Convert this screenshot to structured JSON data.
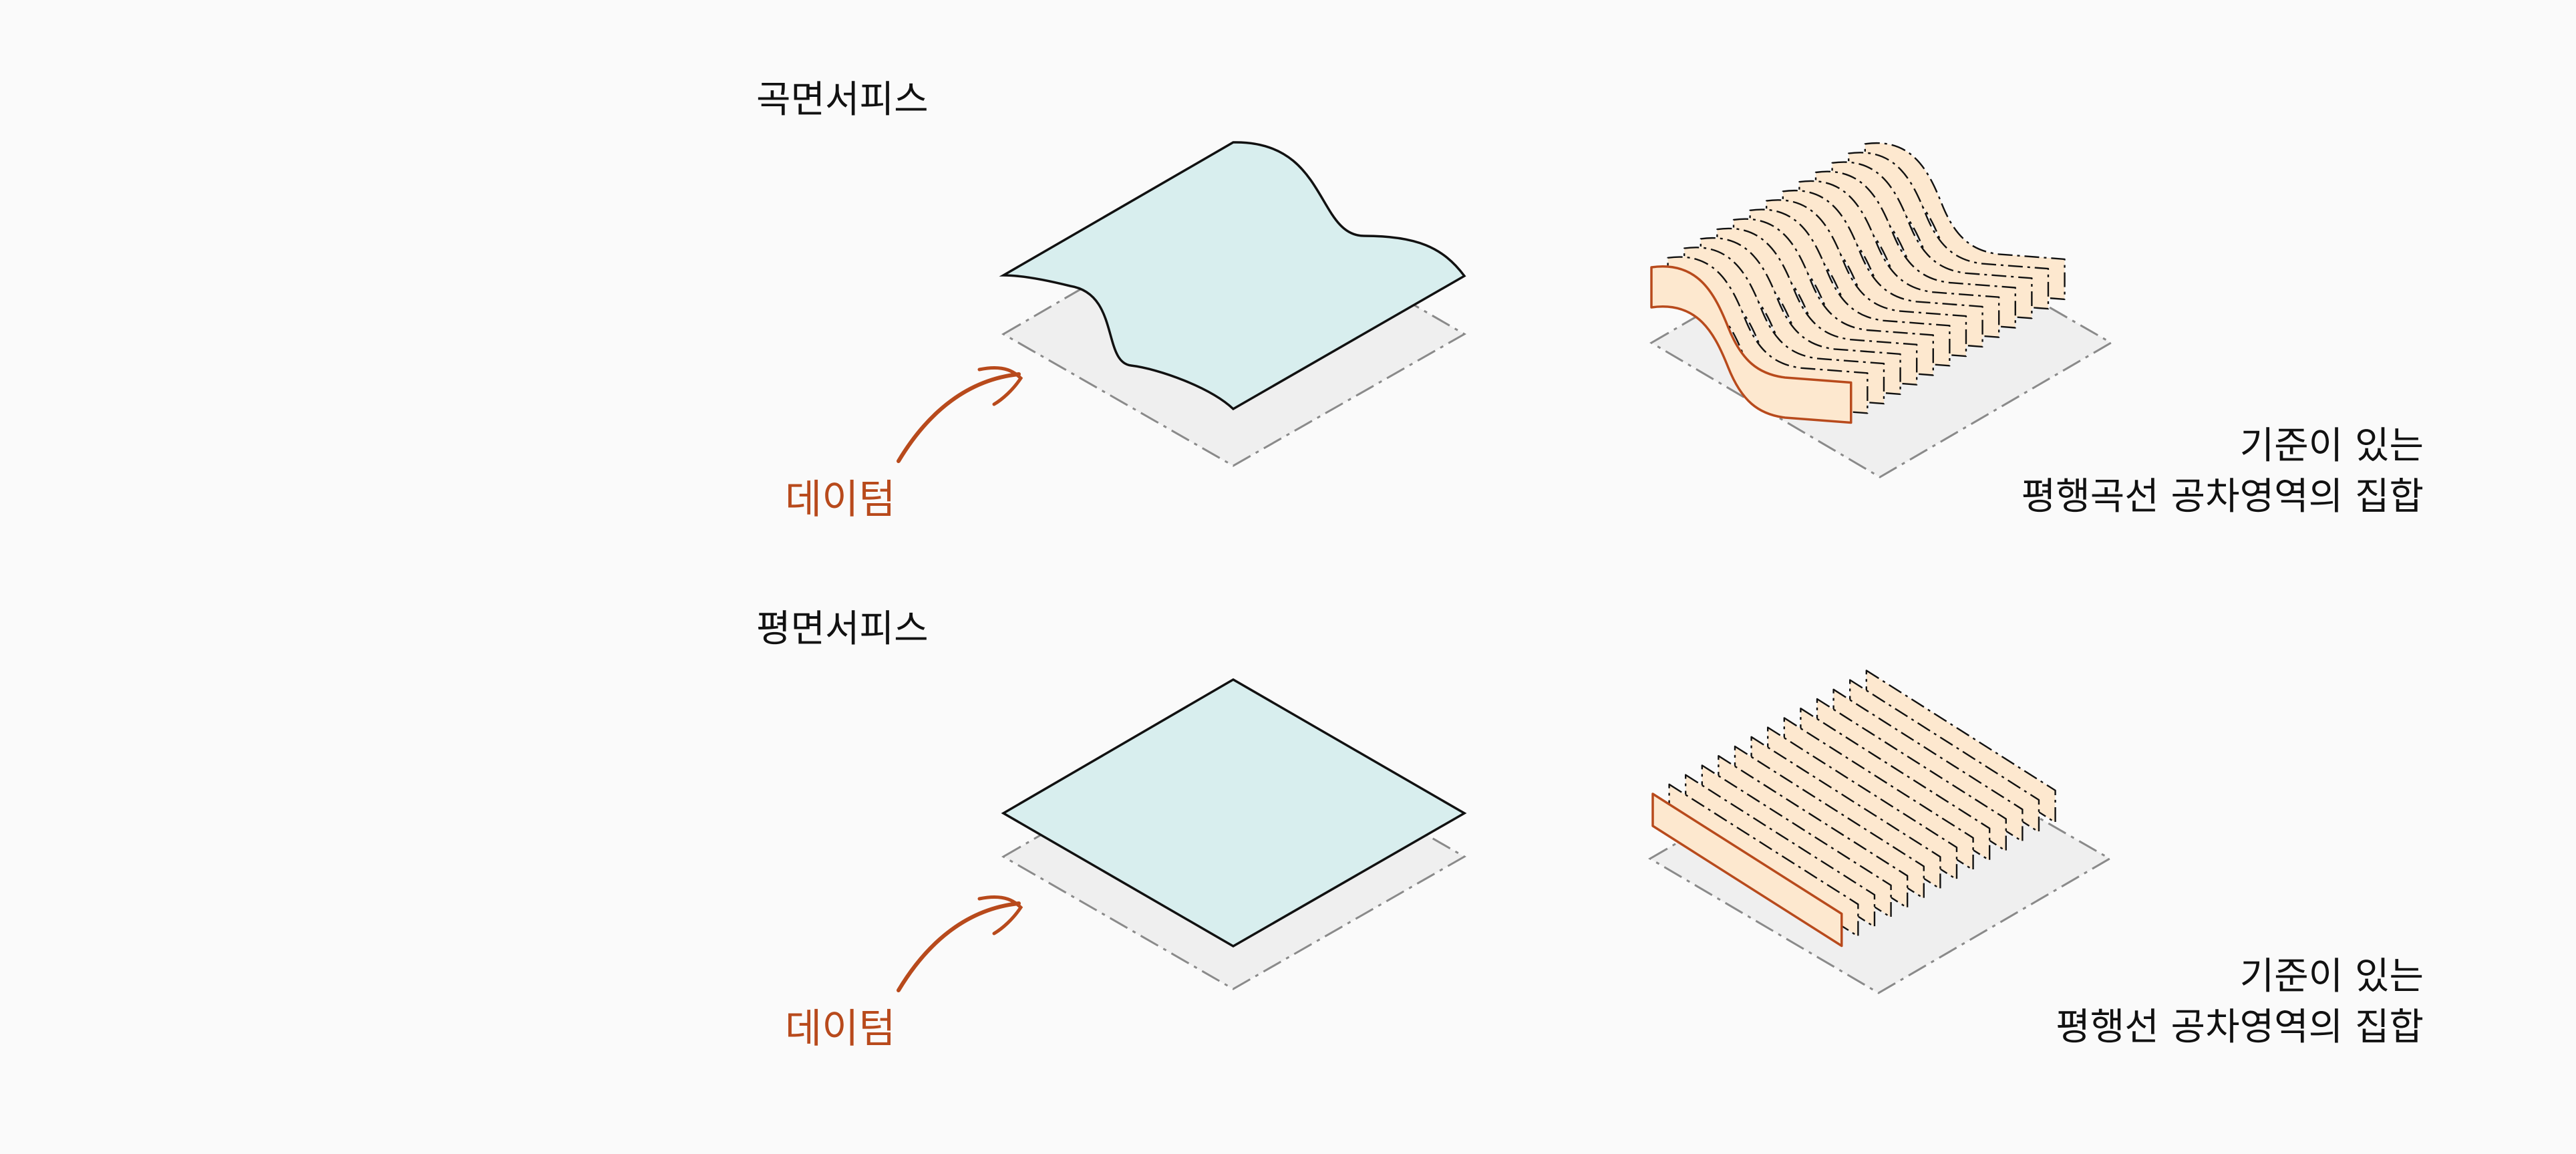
{
  "sections": [
    {
      "title": "곡면서피스",
      "datum_label": "데이텀",
      "description_line1": "기준이 있는",
      "description_line2": "평행곡선 공차영역의 집합"
    },
    {
      "title": "평면서피스",
      "datum_label": "데이텀",
      "description_line1": "기준이 있는",
      "description_line2": "평행선 공차영역의 집합"
    }
  ],
  "colors": {
    "background": "#fafafa",
    "surface_fill": "#d8eeee",
    "datum_plane_fill": "#efefef",
    "tolerance_zone_fill": "#fde8cf",
    "accent": "#b84a1c",
    "line": "#111111",
    "dash_line": "#8a8a8a"
  },
  "icons": [
    "curved-arrow-icon"
  ]
}
